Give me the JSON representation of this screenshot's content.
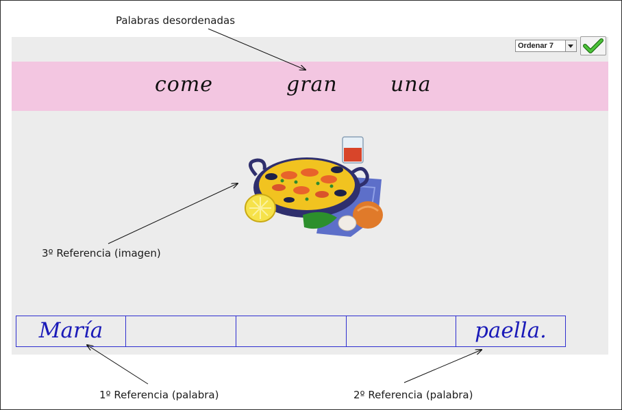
{
  "annotations": {
    "top": "Palabras desordenadas",
    "image_ref": "3º Referencia (imagen)",
    "first_ref": "1º Referencia (palabra)",
    "second_ref": "2º Referencia (palabra)"
  },
  "toolbar": {
    "select_value": "Ordenar 7",
    "check_icon": "check-icon"
  },
  "words": [
    "come",
    "gran",
    "una"
  ],
  "slots": [
    "María",
    "",
    "",
    "",
    "paella."
  ],
  "image": {
    "icon": "paella-icon"
  },
  "colors": {
    "band": "#f3c6e1",
    "panel": "#ececec",
    "slot_border": "#2d2dcf",
    "slot_text": "#1a1ab8",
    "check": "#2e9e1e"
  }
}
